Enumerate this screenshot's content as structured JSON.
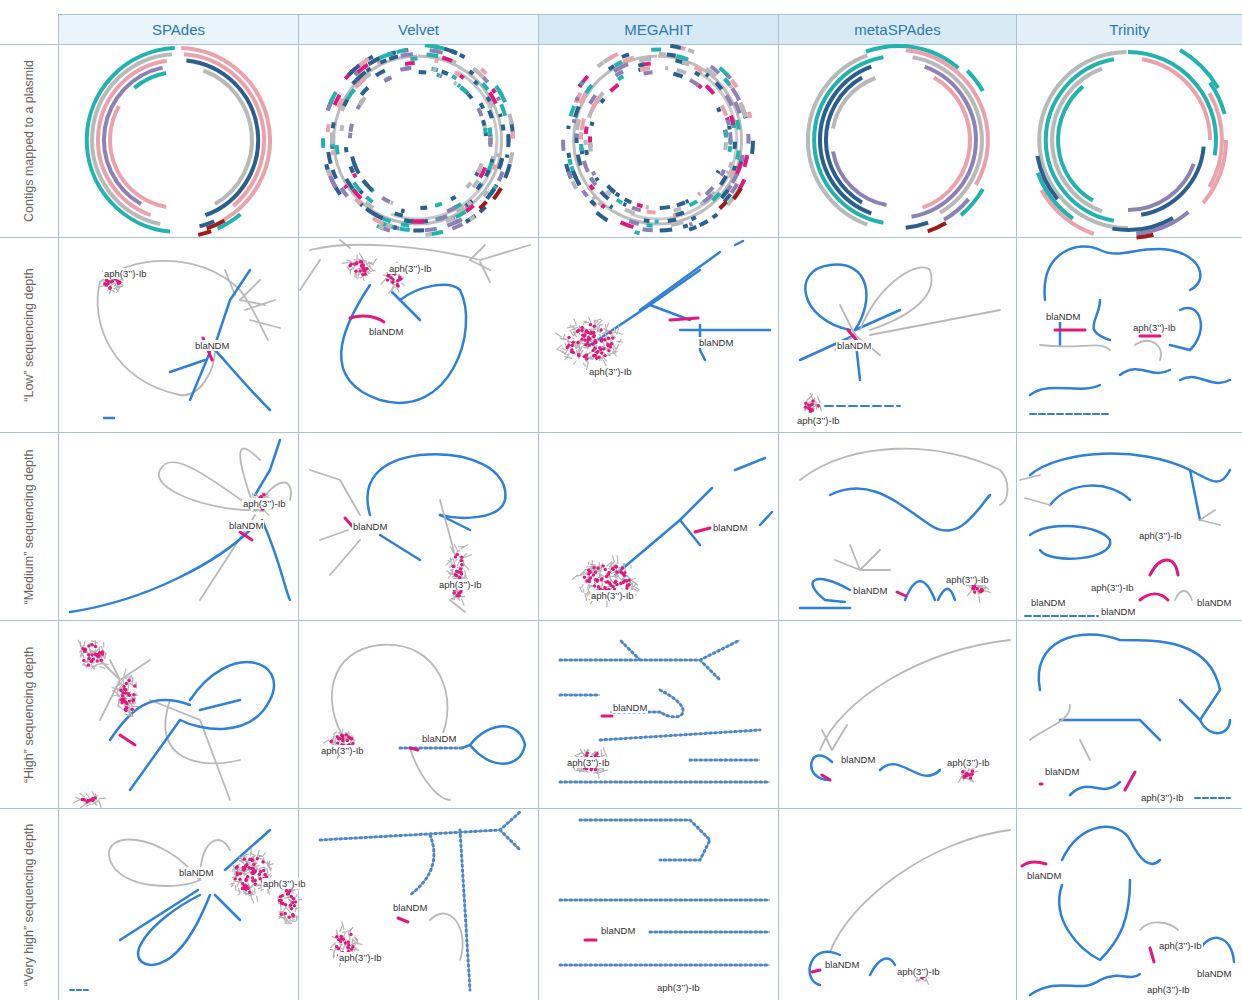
{
  "diagram": {
    "nodes": [
      {
        "text": [
          "SPAdes"
        ]
      },
      {
        "text": [
          "Velvet"
        ]
      },
      {
        "text": [
          "MEGAHIT"
        ]
      },
      {
        "text": [
          "metaSPAdes"
        ]
      },
      {
        "text": [
          "Trinity"
        ]
      },
      {
        "text": [
          "Contigs mapped to a plasmid"
        ]
      },
      {
        "text": [
          "“Low” sequencing depth"
        ]
      },
      {
        "text": [
          "“Medium” sequencing depth"
        ]
      },
      {
        "text": [
          "“High” sequencing depth"
        ]
      },
      {
        "text": [
          "“Very high” sequencing depth"
        ]
      }
    ],
    "labels": [
      "aph(3’’)-Ib",
      "blaNDM",
      "aph(3’’)-Ib",
      "blaNDM",
      "blaNDM",
      "aph(3’’)-Ib",
      "blaNDM",
      "aph(3’’)-Ib",
      "blaNDM",
      "aph(3’’)-Ib",
      "aph(3’’)-Ib",
      "blaNDM",
      "blaNDM",
      "aph(3’’)-Ib",
      "blaNDM",
      "aph(3’’)-Ib",
      "blaNDM",
      "aph(3’’)-Ib",
      "aph(3’’)-Ib",
      "aph(3’’)-Ib",
      "blaNDM",
      "blaNDM",
      "blaNDM",
      "aph(3’’)-Ib",
      "blaNDM",
      "blaNDM",
      "aph(3’’)-Ib",
      "blaNDM",
      "aph(3’’)-Ib",
      "blaNDM",
      "aph(3’’)-Ib",
      "blaNDM",
      "aph(3’’)-Ib",
      "blaNDM",
      "aph(3’’)-Ib",
      "blaNDM",
      "aph(3’’)-Ib",
      "blaNDM",
      "aph(3’’)-Ib",
      "blaNDM",
      "aph(3’’)-Ib",
      "blaNDM",
      "aph(3’’)-Ib"
    ]
  }
}
